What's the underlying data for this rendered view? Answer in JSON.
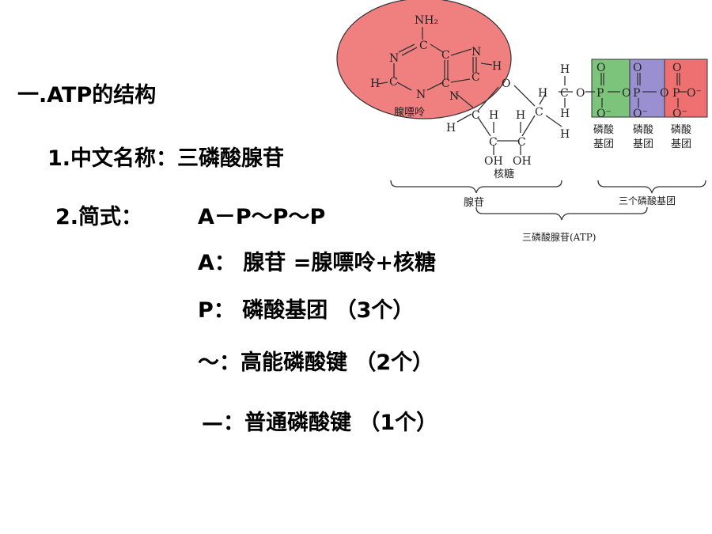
{
  "slide": {
    "heading": "一.ATP的结构",
    "item1": "1.中文名称：三磷酸腺苷",
    "item2_label": "2.简式：",
    "formula": "A－P～P～P",
    "lines": [
      "A：  腺苷 =腺嘌呤+核糖",
      "P：  磷酸基团  （3个）",
      "～：高能磷酸键   （2个）",
      "—：普通磷酸键  （1个）"
    ]
  },
  "diagram": {
    "amino": "NH₂",
    "atoms": {
      "C": "C",
      "N": "N",
      "H": "H",
      "O": "O",
      "OH": "OH",
      "P": "P",
      "Ominus": "O⁻"
    },
    "adenine_label": "腺嘌呤",
    "ribose_label": "核糖",
    "phosphate_group_label": [
      "磷酸",
      "基团"
    ],
    "adenosine_label": "腺苷",
    "three_phosphate_label": "三个磷酸基团",
    "atp_label": "三磷酸腺苷(ATP)",
    "colors": {
      "adenine_fill": "#f08080",
      "phosphate1_fill": "#7cc47c",
      "phosphate2_fill": "#9a8fd0",
      "phosphate3_fill": "#ef7070",
      "line": "#333333"
    }
  }
}
